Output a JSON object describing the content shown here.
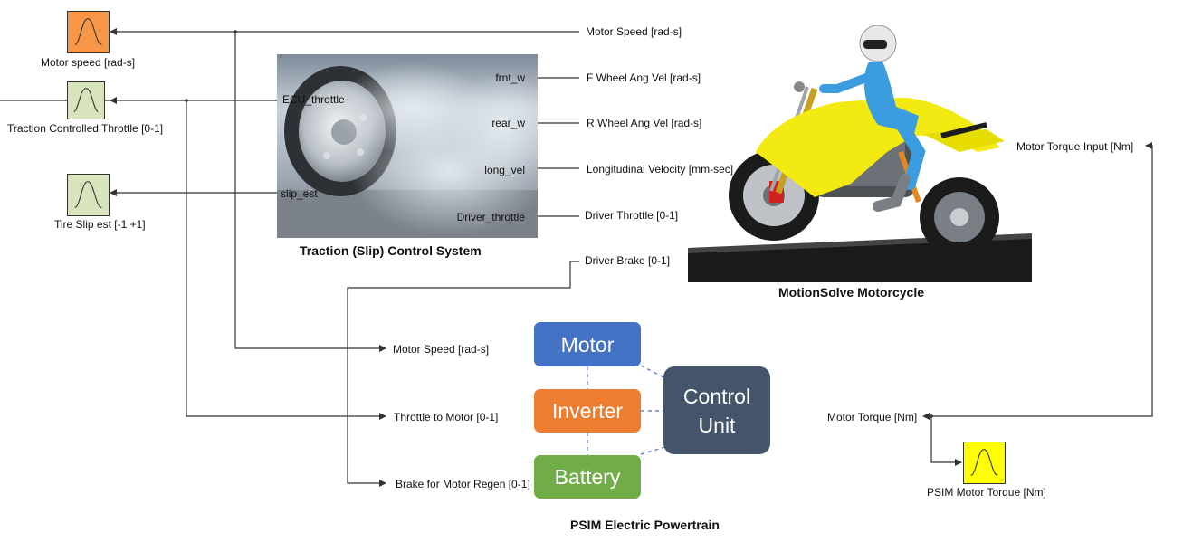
{
  "scopes": {
    "motor_speed": "Motor speed [rad-s]",
    "traction_throttle": "Traction Controlled Throttle [0-1]",
    "tire_slip": "Tire Slip est [-1 +1]",
    "psim_motor_torque": "PSIM Motor Torque [Nm]"
  },
  "traction_block": {
    "title": "Traction (Slip) Control System",
    "inputs": [
      "frnt_w",
      "rear_w",
      "long_vel",
      "Driver_throttle"
    ],
    "outputs": [
      "ECU_throttle",
      "slip_est"
    ]
  },
  "motorcycle_block": {
    "title": "MotionSolve Motorcycle",
    "input": "Motor Torque Input [Nm]"
  },
  "signals": {
    "motor_speed_top": "Motor Speed [rad-s]",
    "f_wheel": "F Wheel Ang Vel [rad-s]",
    "r_wheel": "R Wheel Ang Vel [rad-s]",
    "long_vel": "Longitudinal Velocity [mm-sec]",
    "driver_throttle": "Driver Throttle [0-1]",
    "driver_brake": "Driver Brake [0-1]",
    "motor_speed_ps": "Motor Speed [rad-s]",
    "throttle_to_motor": "Throttle to Motor [0-1]",
    "brake_regen": "Brake for Motor Regen [0-1]",
    "motor_torque": "Motor Torque [Nm]"
  },
  "powertrain": {
    "title": "PSIM Electric Powertrain",
    "motor": "Motor",
    "inverter": "Inverter",
    "battery": "Battery",
    "control_unit": "Control Unit",
    "colors": {
      "motor": "#4472c4",
      "inverter": "#ed7d31",
      "battery": "#70ad47",
      "control_unit": "#44546a"
    }
  },
  "scope_colors": {
    "motor_speed": "#f79646",
    "traction_throttle": "#d8e4bc",
    "tire_slip": "#d8e4bc",
    "psim_motor_torque": "#ffff00"
  }
}
